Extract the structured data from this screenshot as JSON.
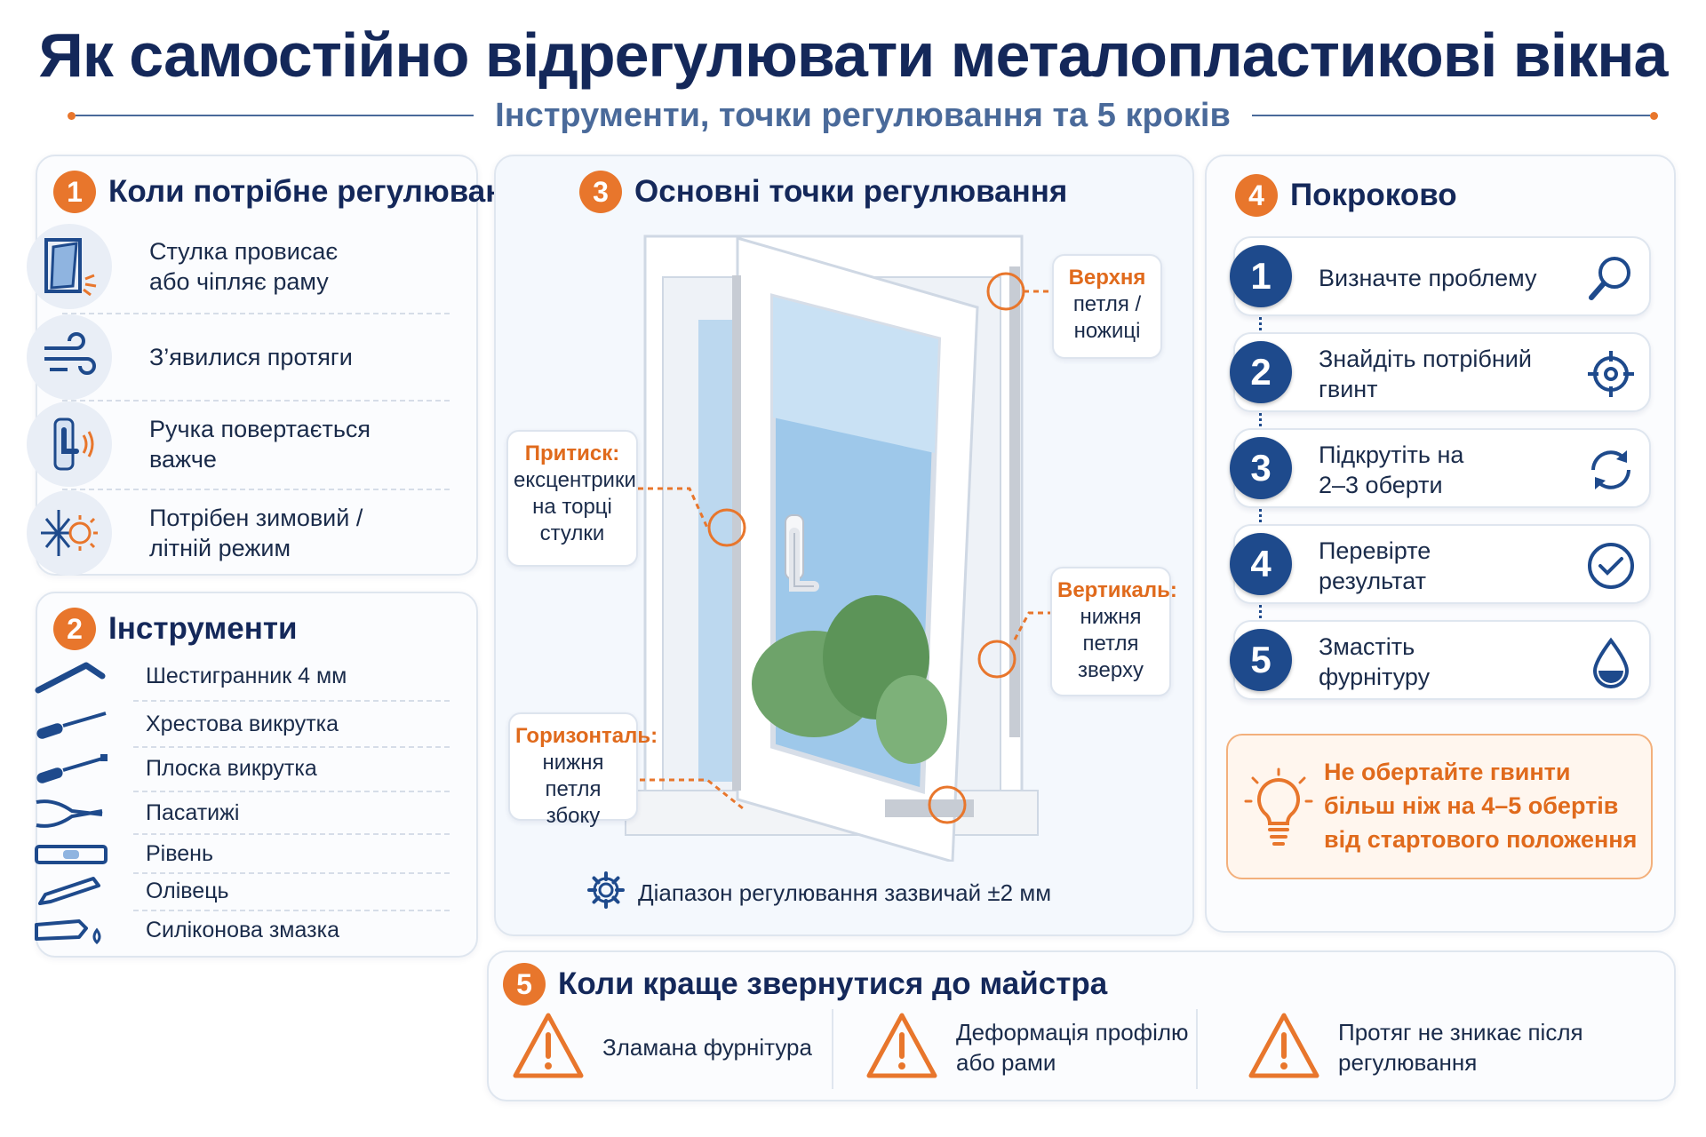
{
  "title": "Як самостійно відрегулювати металопластикові вікна",
  "subtitle": "Інструменти, точки регулювання та 5 кроків",
  "colors": {
    "accent": "#e8762c",
    "navy": "#14285a",
    "step_blue": "#1e4a8c"
  },
  "when_needed": {
    "number": "1",
    "heading": "Коли потрібне регулювання",
    "items": [
      {
        "icon": "sagging-sash-icon",
        "line1": "Стулка провисає",
        "line2": "або чіпляє раму"
      },
      {
        "icon": "draft-wind-icon",
        "line1": "З’явилися протяги",
        "line2": ""
      },
      {
        "icon": "stiff-handle-icon",
        "line1": "Ручка повертається",
        "line2": "важче"
      },
      {
        "icon": "snow-sun-icon",
        "line1": "Потрібен зимовий /",
        "line2": "літній режим"
      }
    ]
  },
  "tools": {
    "number": "2",
    "heading": "Інструменти",
    "items": [
      {
        "icon": "hex-key-icon",
        "label": "Шестигранник 4 мм"
      },
      {
        "icon": "phillips-screwdriver-icon",
        "label": "Хрестова викрутка"
      },
      {
        "icon": "flat-screwdriver-icon",
        "label": "Плоска викрутка"
      },
      {
        "icon": "pliers-icon",
        "label": "Пасатижі"
      },
      {
        "icon": "level-icon",
        "label": "Рівень"
      },
      {
        "icon": "pencil-icon",
        "label": "Олівець"
      },
      {
        "icon": "silicone-grease-icon",
        "label": "Силіконова змазка"
      }
    ]
  },
  "adjust_points": {
    "number": "3",
    "heading": "Основні точки регулювання",
    "callouts": {
      "top": {
        "hl": "Верхня",
        "line1": "петля /",
        "line2": "ножиці"
      },
      "press": {
        "hl": "Притиск:",
        "line1": "ексцентрики",
        "line2": "на торці",
        "line3": "стулки"
      },
      "vertical": {
        "hl": "Вертикаль:",
        "line1": "нижня",
        "line2": "петля",
        "line3": "зверху"
      },
      "horizontal": {
        "hl": "Горизонталь:",
        "line1": "нижня",
        "line2": "петля збоку"
      }
    },
    "range_note": "Діапазон регулювання зазвичай ±2 мм"
  },
  "steps": {
    "number": "4",
    "heading": "Покроково",
    "items": [
      {
        "n": "1",
        "line1": "Визначте проблему",
        "line2": "",
        "icon": "magnifier-icon"
      },
      {
        "n": "2",
        "line1": "Знайдіть потрібний",
        "line2": "гвинт",
        "icon": "target-icon"
      },
      {
        "n": "3",
        "line1": "Підкрутіть на",
        "line2": "2–3 оберти",
        "icon": "rotate-icon"
      },
      {
        "n": "4",
        "line1": "Перевірте",
        "line2": "результат",
        "icon": "check-circle-icon"
      },
      {
        "n": "5",
        "line1": "Змастіть",
        "line2": "фурнітуру",
        "icon": "oil-drop-icon"
      }
    ],
    "warning": "Не обертайте гвинти більш ніж на 4–5 обертів від стартового положення"
  },
  "master": {
    "number": "5",
    "heading": "Коли краще звернутися до майстра",
    "items": [
      {
        "line1": "Зламана фурнітура",
        "line2": ""
      },
      {
        "line1": "Деформація профілю",
        "line2": "або рами"
      },
      {
        "line1": "Протяг не зникає після",
        "line2": "регулювання"
      }
    ]
  }
}
